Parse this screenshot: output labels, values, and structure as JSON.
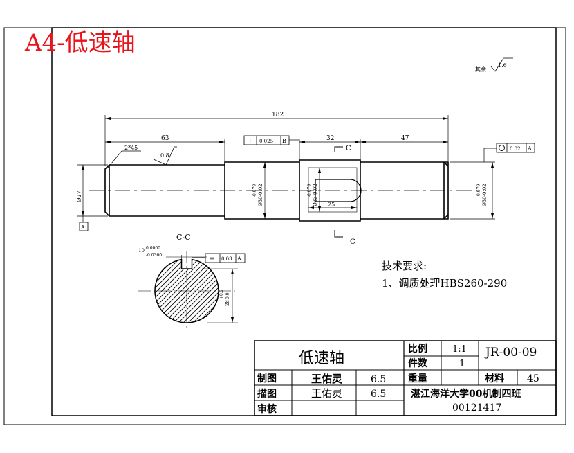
{
  "title_corner": "A4-低速轴",
  "roughness": {
    "note": "其余",
    "value": "1.6"
  },
  "dims": {
    "total_length": "182",
    "left_length": "63",
    "mid_length": "32",
    "right_length": "47",
    "keyway_length": "25",
    "chamfer": "2*45",
    "roughness_local": "0.8",
    "dia_left": "Ø27",
    "dia_mid": "Ø30-0.02",
    "dia_mid_tol": "-0.079",
    "dia_key": "Ø33-0.02",
    "dia_key_tol": "-0.079",
    "dia_right": "Ø30-0.02",
    "dia_right_tol": "-0.079"
  },
  "gdt": {
    "perp": {
      "symbol": "⊥",
      "value": "0.025",
      "datum": "B"
    },
    "round": {
      "symbol": "○",
      "value": "0.02",
      "datum": "A"
    },
    "sym": {
      "symbol": "≡",
      "value": "0.03",
      "datum": "A"
    }
  },
  "datum_a": "A",
  "section": {
    "cut_label": "C",
    "label": "C-C",
    "key_width": "10",
    "key_tol_upper": "0.0000",
    "key_tol_lower": "-0.0360",
    "depth": "28",
    "depth_upper": "+0.2",
    "depth_lower": "0.0"
  },
  "tech_req": {
    "heading": "技术要求:",
    "item1": "1、调质处理HBS260-290"
  },
  "title_block": {
    "part_name": "低速轴",
    "scale_label": "比例",
    "scale_value": "1:1",
    "drawing_no": "JR-00-09",
    "qty_label": "件数",
    "qty_value": "1",
    "drawn_label": "制图",
    "drawn_name": "王佑灵",
    "drawn_date": "6.5",
    "weight_label": "重量",
    "material_label": "材料",
    "material_value": "45",
    "traced_label": "描图",
    "traced_name": "王佑灵",
    "traced_date": "6.5",
    "school": "湛江海洋大学00机制四班",
    "review_label": "审核",
    "student_id": "00121417"
  }
}
